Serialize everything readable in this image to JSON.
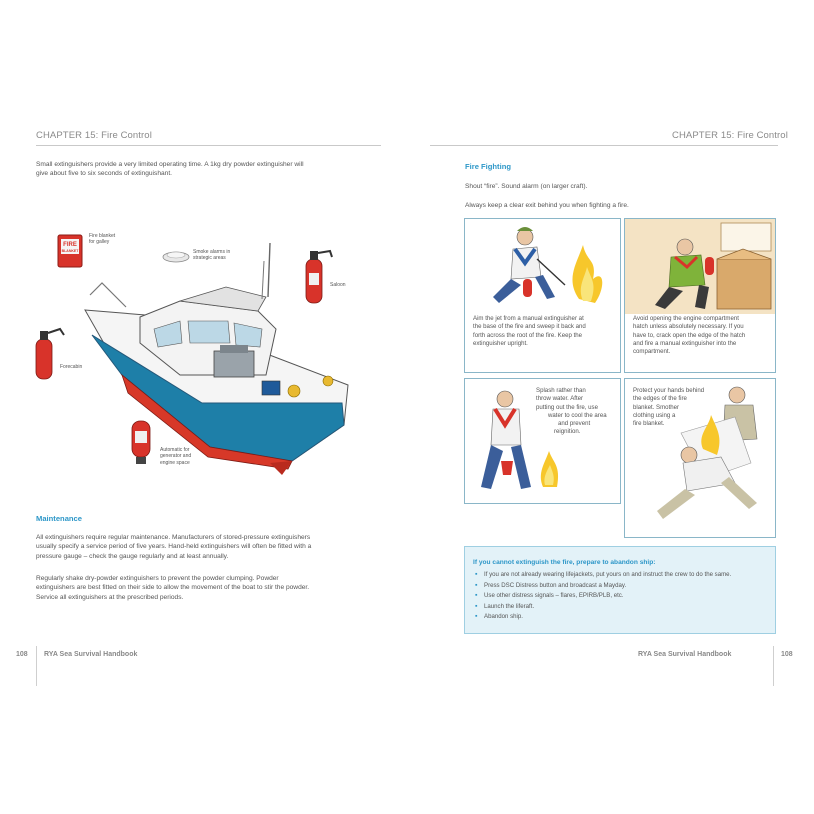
{
  "left_page": {
    "chapter": "CHAPTER 15: Fire Control",
    "intro": [
      "Small extinguishers provide a very limited operating time. A 1kg dry powder extinguisher will",
      "give about five to six seconds of extinguishant."
    ],
    "illustration_labels": {
      "fire_blanket": [
        "Fire blanket",
        "for galley"
      ],
      "fire_blanket_sign": [
        "FIRE",
        "BLANKET"
      ],
      "smoke_alarms": [
        "Smoke alarms in",
        "strategic areas"
      ],
      "saloon": "Saloon",
      "forecabin": "Forecabin",
      "automatic": [
        "Automatic for",
        "generator and",
        "engine space"
      ]
    },
    "maintenance_heading": "Maintenance",
    "para1": [
      "All extinguishers require regular maintenance. Manufacturers of stored-pressure extinguishers",
      "usually specify a service period of five years. Hand-held extinguishers will often be fitted with a",
      "pressure gauge – check the gauge regularly and at least annually."
    ],
    "para2": [
      "Regularly shake dry-powder extinguishers to prevent the powder clumping. Powder",
      "extinguishers are best fitted on their side to allow the movement of the boat to stir the powder.",
      "Service all extinguishers at the prescribed periods."
    ],
    "page_number": "108",
    "footer_title": "RYA Sea Survival Handbook"
  },
  "right_page": {
    "chapter": "CHAPTER 15: Fire Control",
    "heading": "Fire Fighting",
    "line1": "Shout “fire”. Sound alarm (on larger craft).",
    "line2": "Always keep a clear exit behind you when fighting a fire.",
    "panels": [
      {
        "caption": [
          "Aim the jet from a manual extinguisher at",
          "the base of the fire and sweep it back and",
          "forth across the root of the fire. Keep the",
          "extinguisher upright."
        ]
      },
      {
        "caption": [
          "Avoid opening the engine compartment",
          "hatch unless absolutely necessary. If you",
          "have to, crack open the edge of the hatch",
          "and fire a manual extinguisher into the",
          "compartment."
        ]
      },
      {
        "caption": [
          "Splash rather than",
          "throw water. After",
          "putting out the fire, use",
          "water to cool the area",
          "and prevent",
          "reignition."
        ]
      },
      {
        "caption": [
          "Protect your hands behind",
          "the edges of the fire",
          "blanket. Smother",
          "clothing using a",
          "fire blanket."
        ]
      }
    ],
    "callout": {
      "title": "If you cannot extinguish the fire, prepare to abandon ship:",
      "items": [
        "If you are not already wearing lifejackets, put yours on and instruct the crew to do the same.",
        "Press DSC Distress button and broadcast a Mayday.",
        "Use other distress signals – flares, EPIRB/PLB, etc.",
        "Launch the liferaft.",
        "Abandon ship."
      ],
      "bullet": "▪"
    },
    "page_number": "108",
    "footer_title": "RYA Sea Survival Handbook"
  }
}
